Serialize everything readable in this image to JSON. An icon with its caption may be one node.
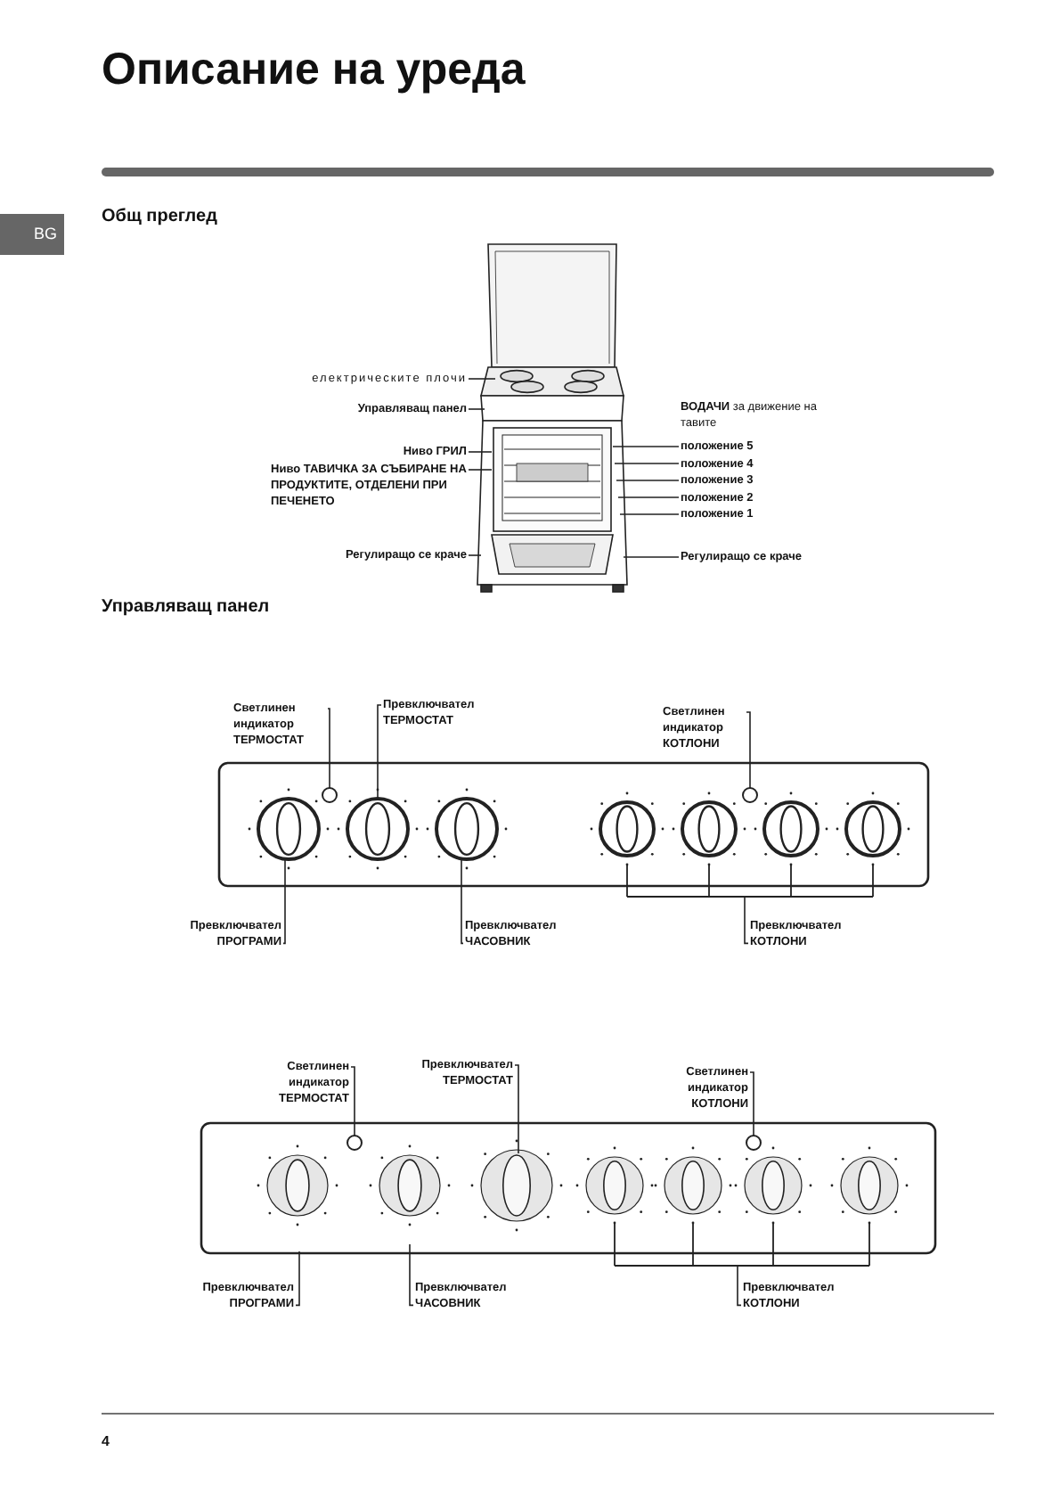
{
  "diagram": {
    "title": "Описание на уреда",
    "nodes": [
      {
        "text": [
          "електрическите плочи"
        ]
      },
      {
        "text": [
          "Управляващ панел"
        ]
      },
      {
        "text": [
          "Ниво **ГРИЛ**"
        ]
      },
      {
        "text": [
          "Ниво **ТАВИЧКА ЗА СЪБИРАНЕ НА ПРОДУКТИТЕ, ОТДЕЛЕНИ ПРИ ПЕЧЕНЕТО**"
        ]
      },
      {
        "text": [
          "Регулиращо се краче"
        ]
      },
      {
        "text": [
          "положение 5"
        ]
      },
      {
        "text": [
          "положение 4"
        ]
      },
      {
        "text": [
          "положение 3"
        ]
      },
      {
        "text": [
          "положение 2"
        ]
      },
      {
        "text": [
          "положение 1"
        ]
      },
      {
        "text": [
          "Регулиращо се краче"
        ]
      },
      {
        "text": [
          "Светлинен индикатор **ТЕРМОСТАТ**"
        ]
      },
      {
        "text": [
          "Превключвател **ТЕРМОСТАТ**"
        ]
      },
      {
        "text": [
          "Светлинен индикатор **КОТЛОНИ**"
        ]
      },
      {
        "text": [
          "Превключвател **ПРОГРАМИ**"
        ]
      },
      {
        "text": [
          "Превключвател **ЧАСОВНИК**"
        ]
      },
      {
        "text": [
          "Превключвател **КОТЛОНИ**"
        ]
      },
      {
        "text": [
          "Светлинен индикатор **ТЕРМОСТАТ**"
        ]
      },
      {
        "text": [
          "Превключвател **ТЕРМОСТАТ**"
        ]
      },
      {
        "text": [
          "Светлинен индикатор **КОТЛОНИ**"
        ]
      },
      {
        "text": [
          "Превключвател **ПРОГРАМИ**"
        ]
      },
      {
        "text": [
          "Превключвател **ЧАСОВНИК**"
        ]
      },
      {
        "text": [
          "Превключвател **КОТЛОНИ**"
        ]
      },
      {
        "text": [],
        "shape": "picture"
      },
      {
        "text": [],
        "shape": "picture"
      },
      {
        "text": [],
        "shape": "circle",
        "in": 24
      },
      {
        "text": [],
        "shape": "circle",
        "in": 24
      },
      {
        "text": [],
        "shape": "picture"
      },
      {
        "text": [],
        "shape": "circle",
        "in": 27
      },
      {
        "text": [],
        "shape": "circle",
        "in": 27
      }
    ],
    "edges": [
      {
        "from": 0,
        "to": 23,
        "arrow": "none"
      },
      {
        "from": 1,
        "to": 23,
        "arrow": "none"
      },
      {
        "from": 2,
        "to": 23,
        "arrow": "none"
      },
      {
        "from": 3,
        "to": 23,
        "arrow": "none"
      },
      {
        "from": 4,
        "to": 23,
        "arrow": "none"
      },
      {
        "from": 5,
        "to": 23,
        "arrow": "none"
      },
      {
        "from": 6,
        "to": 23,
        "arrow": "none"
      },
      {
        "from": 7,
        "to": 23,
        "arrow": "none"
      },
      {
        "from": 8,
        "to": 23,
        "arrow": "none"
      },
      {
        "from": 9,
        "to": 23,
        "arrow": "none"
      },
      {
        "from": 10,
        "to": 23,
        "arrow": "none"
      },
      {
        "from": 11,
        "to": 25,
        "arrow": "none"
      },
      {
        "from": 12,
        "to": 24,
        "arrow": "none"
      },
      {
        "from": 13,
        "to": 26,
        "arrow": "none"
      },
      {
        "from": 14,
        "to": 24,
        "arrow": "none"
      },
      {
        "from": 15,
        "to": 24,
        "arrow": "none"
      },
      {
        "from": 16,
        "to": 24,
        "arrow": "none"
      },
      {
        "from": 17,
        "to": 28,
        "arrow": "none"
      },
      {
        "from": 18,
        "to": 27,
        "arrow": "none"
      },
      {
        "from": 19,
        "to": 29,
        "arrow": "none"
      },
      {
        "from": 20,
        "to": 27,
        "arrow": "none"
      },
      {
        "from": 21,
        "to": 27,
        "arrow": "none"
      },
      {
        "from": 22,
        "to": 27,
        "arrow": "none"
      }
    ],
    "labels": [
      "BG",
      "Общ преглед",
      "**ВОДАЧИ** за движение на тавите",
      "Управляващ панел",
      "4"
    ]
  }
}
